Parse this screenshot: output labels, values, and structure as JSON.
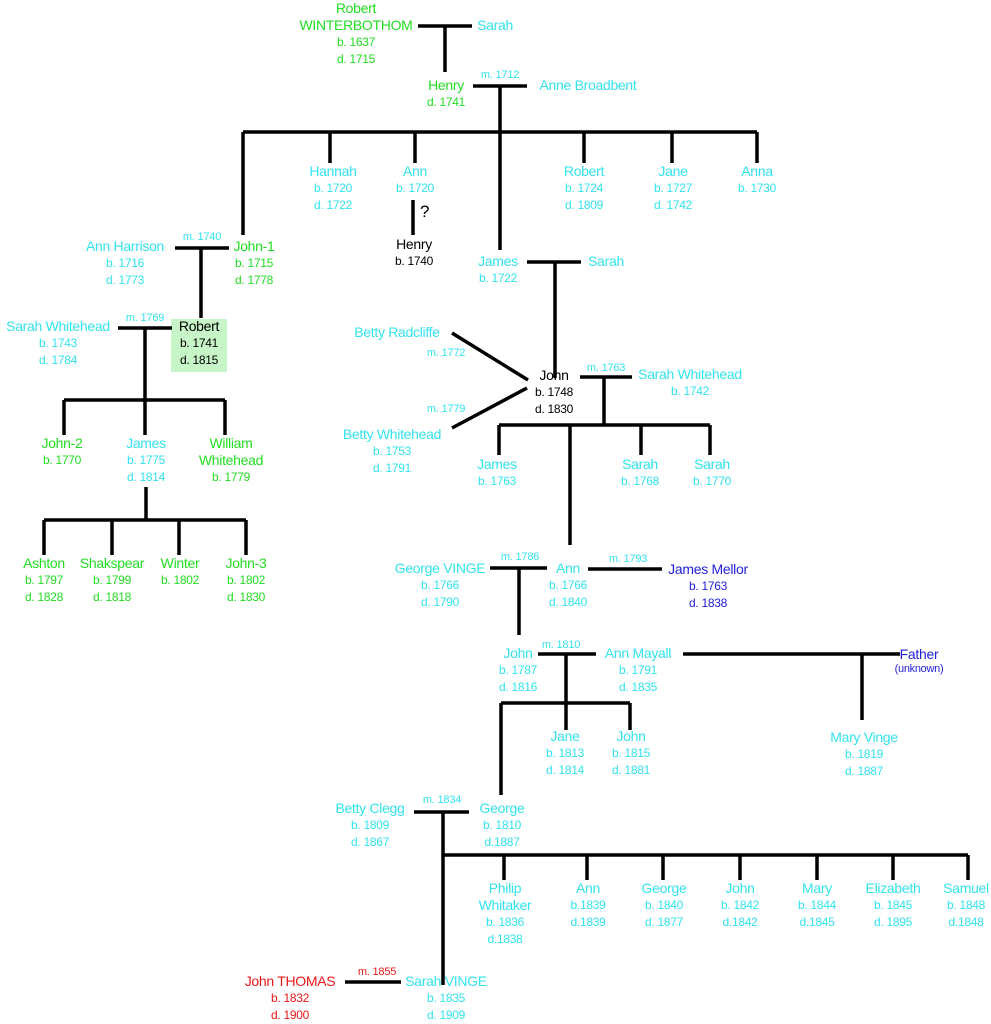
{
  "colors": {
    "green": "#22dd22",
    "cyan": "#33e3ee",
    "black": "#000000",
    "blue": "#1f1fd6",
    "red": "#e81818",
    "highlight": "#c8f5c8",
    "line": "#000000"
  },
  "question_mark": "?",
  "people": [
    {
      "id": "robert-winterbothom",
      "color": "green",
      "lines": [
        "Robert",
        "WINTERBOTHOM",
        "b. 1637",
        "d. 1715"
      ]
    },
    {
      "id": "sarah-1",
      "color": "cyan",
      "lines": [
        "Sarah"
      ]
    },
    {
      "id": "henry-1",
      "color": "green",
      "lines": [
        "Henry",
        "d. 1741"
      ]
    },
    {
      "id": "anne-broadbent",
      "color": "cyan",
      "lines": [
        "Anne Broadbent"
      ]
    },
    {
      "id": "hannah",
      "color": "cyan",
      "lines": [
        "Hannah",
        "b. 1720",
        "d. 1722"
      ]
    },
    {
      "id": "ann-1720",
      "color": "cyan",
      "lines": [
        "Ann",
        "b. 1720"
      ]
    },
    {
      "id": "robert-1724",
      "color": "cyan",
      "lines": [
        "Robert",
        "b. 1724",
        "d. 1809"
      ]
    },
    {
      "id": "jane-1727",
      "color": "cyan",
      "lines": [
        "Jane",
        "b. 1727",
        "d. 1742"
      ]
    },
    {
      "id": "anna",
      "color": "cyan",
      "lines": [
        "Anna",
        "b. 1730"
      ]
    },
    {
      "id": "henry-1740",
      "color": "black",
      "lines": [
        "Henry",
        "b. 1740"
      ]
    },
    {
      "id": "james-1722",
      "color": "cyan",
      "lines": [
        "James",
        "b. 1722"
      ]
    },
    {
      "id": "sarah-2",
      "color": "cyan",
      "lines": [
        "Sarah"
      ]
    },
    {
      "id": "ann-harrison",
      "color": "cyan",
      "lines": [
        "Ann Harrison",
        "b. 1716",
        "d. 1773"
      ]
    },
    {
      "id": "john-1",
      "color": "green",
      "lines": [
        "John-1",
        "b. 1715",
        "d. 1778"
      ]
    },
    {
      "id": "sarah-whitehead-1743",
      "color": "cyan",
      "lines": [
        "Sarah Whitehead",
        "b. 1743",
        "d. 1784"
      ]
    },
    {
      "id": "robert-1741",
      "color": "black",
      "lines": [
        "Robert",
        "b. 1741",
        "d. 1815"
      ]
    },
    {
      "id": "john-2",
      "color": "green",
      "lines": [
        "John-2",
        "b. 1770"
      ]
    },
    {
      "id": "james-1775",
      "color": "cyan",
      "lines": [
        "James",
        "b. 1775",
        "d. 1814"
      ]
    },
    {
      "id": "william-whitehead",
      "color": "green",
      "lines": [
        "William",
        "Whitehead",
        "b. 1779"
      ]
    },
    {
      "id": "ashton",
      "color": "green",
      "lines": [
        "Ashton",
        "b. 1797",
        "d. 1828"
      ]
    },
    {
      "id": "shakspear",
      "color": "green",
      "lines": [
        "Shakspear",
        "b. 1799",
        "d. 1818"
      ]
    },
    {
      "id": "winter",
      "color": "green",
      "lines": [
        "Winter",
        "b. 1802"
      ]
    },
    {
      "id": "john-3",
      "color": "green",
      "lines": [
        "John-3",
        "b. 1802",
        "d. 1830"
      ]
    },
    {
      "id": "betty-radcliffe",
      "color": "cyan",
      "lines": [
        "Betty Radcliffe"
      ]
    },
    {
      "id": "john-1748",
      "color": "black",
      "lines": [
        "John",
        "b. 1748",
        "d. 1830"
      ]
    },
    {
      "id": "sarah-whitehead-1742",
      "color": "cyan",
      "lines": [
        "Sarah Whitehead",
        "b. 1742"
      ]
    },
    {
      "id": "betty-whitehead",
      "color": "cyan",
      "lines": [
        "Betty Whitehead",
        "b. 1753",
        "d. 1791"
      ]
    },
    {
      "id": "james-1763",
      "color": "cyan",
      "lines": [
        "James",
        "b. 1763"
      ]
    },
    {
      "id": "sarah-1768",
      "color": "cyan",
      "lines": [
        "Sarah",
        "b. 1768"
      ]
    },
    {
      "id": "sarah-1770",
      "color": "cyan",
      "lines": [
        "Sarah",
        "b. 1770"
      ]
    },
    {
      "id": "george-vinge",
      "color": "cyan",
      "lines": [
        "George VINGE",
        "b. 1766",
        "d. 1790"
      ]
    },
    {
      "id": "ann-1766",
      "color": "cyan",
      "lines": [
        "Ann",
        "b. 1766",
        "d. 1840"
      ]
    },
    {
      "id": "james-mellor",
      "color": "blue",
      "lines": [
        "James Mellor",
        "b. 1763",
        "d. 1838"
      ]
    },
    {
      "id": "john-1787",
      "color": "cyan",
      "lines": [
        "John",
        "b. 1787",
        "d. 1816"
      ]
    },
    {
      "id": "ann-mayall",
      "color": "cyan",
      "lines": [
        "Ann Mayall",
        "b. 1791",
        "d. 1835"
      ]
    },
    {
      "id": "father-unknown",
      "color": "blue",
      "lines": [
        "Father",
        "(unknown)"
      ]
    },
    {
      "id": "jane-1813",
      "color": "cyan",
      "lines": [
        "Jane",
        "b. 1813",
        "d. 1814"
      ]
    },
    {
      "id": "john-1815",
      "color": "cyan",
      "lines": [
        "John",
        "b. 1815",
        "d. 1881"
      ]
    },
    {
      "id": "mary-vinge",
      "color": "cyan",
      "lines": [
        "Mary Vinge",
        "b. 1819",
        "d. 1887"
      ]
    },
    {
      "id": "betty-clegg",
      "color": "cyan",
      "lines": [
        "Betty Clegg",
        "b. 1809",
        "d. 1867"
      ]
    },
    {
      "id": "george-1810",
      "color": "cyan",
      "lines": [
        "George",
        "b. 1810",
        "d.1887"
      ]
    },
    {
      "id": "philip-whitaker",
      "color": "cyan",
      "lines": [
        "Philip",
        "Whitaker",
        "b. 1836",
        "d.1838"
      ]
    },
    {
      "id": "ann-1839",
      "color": "cyan",
      "lines": [
        "Ann",
        "b.1839",
        "d.1839"
      ]
    },
    {
      "id": "george-1840",
      "color": "cyan",
      "lines": [
        "George",
        "b. 1840",
        "d. 1877"
      ]
    },
    {
      "id": "john-1842",
      "color": "cyan",
      "lines": [
        "John",
        "b. 1842",
        "d.1842"
      ]
    },
    {
      "id": "mary-1844",
      "color": "cyan",
      "lines": [
        "Mary",
        "b. 1844",
        "d.1845"
      ]
    },
    {
      "id": "elizabeth",
      "color": "cyan",
      "lines": [
        "Elizabeth",
        "b. 1845",
        "d. 1895"
      ]
    },
    {
      "id": "samuel",
      "color": "cyan",
      "lines": [
        "Samuel",
        "b. 1848",
        "d.1848"
      ]
    },
    {
      "id": "john-thomas",
      "color": "red",
      "lines": [
        "John THOMAS",
        "b. 1832",
        "d. 1900"
      ]
    },
    {
      "id": "sarah-vinge",
      "color": "cyan",
      "lines": [
        "Sarah VINGE",
        "b. 1835",
        "d. 1909"
      ]
    }
  ],
  "marriages": [
    {
      "id": "m-1712",
      "color": "cyan",
      "label": "m. 1712"
    },
    {
      "id": "m-1740",
      "color": "cyan",
      "label": "m. 1740"
    },
    {
      "id": "m-1769",
      "color": "cyan",
      "label": "m. 1769"
    },
    {
      "id": "m-1772",
      "color": "cyan",
      "label": "m. 1772"
    },
    {
      "id": "m-1779",
      "color": "cyan",
      "label": "m. 1779"
    },
    {
      "id": "m-1763",
      "color": "cyan",
      "label": "m. 1763"
    },
    {
      "id": "m-1786",
      "color": "cyan",
      "label": "m. 1786"
    },
    {
      "id": "m-1793",
      "color": "cyan",
      "label": "m. 1793"
    },
    {
      "id": "m-1810",
      "color": "cyan",
      "label": "m. 1810"
    },
    {
      "id": "m-1834",
      "color": "cyan",
      "label": "m. 1834"
    },
    {
      "id": "m-1855",
      "color": "red",
      "label": "m. 1855"
    }
  ]
}
